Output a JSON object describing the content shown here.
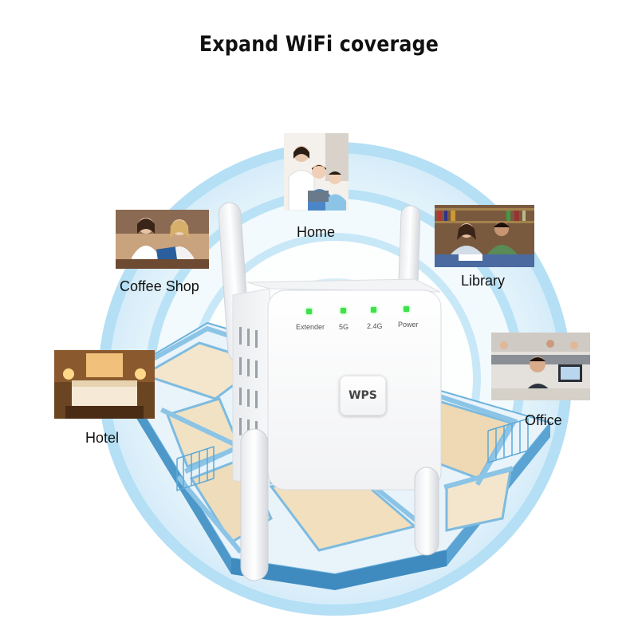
{
  "title": "Expand WiFi coverage",
  "locations": {
    "home": "Home",
    "coffee_shop": "Coffee Shop",
    "library": "Library",
    "hotel": "Hotel",
    "office": "Office"
  },
  "device": {
    "leds": {
      "extender": "Extender",
      "band_5g": "5G",
      "band_24g": "2.4G",
      "power": "Power"
    },
    "wps_label": "WPS",
    "led_color": "#3ee04c"
  },
  "colors": {
    "signal_ring": "#7ec8ee",
    "floor_plan": "#5aa9d8"
  }
}
